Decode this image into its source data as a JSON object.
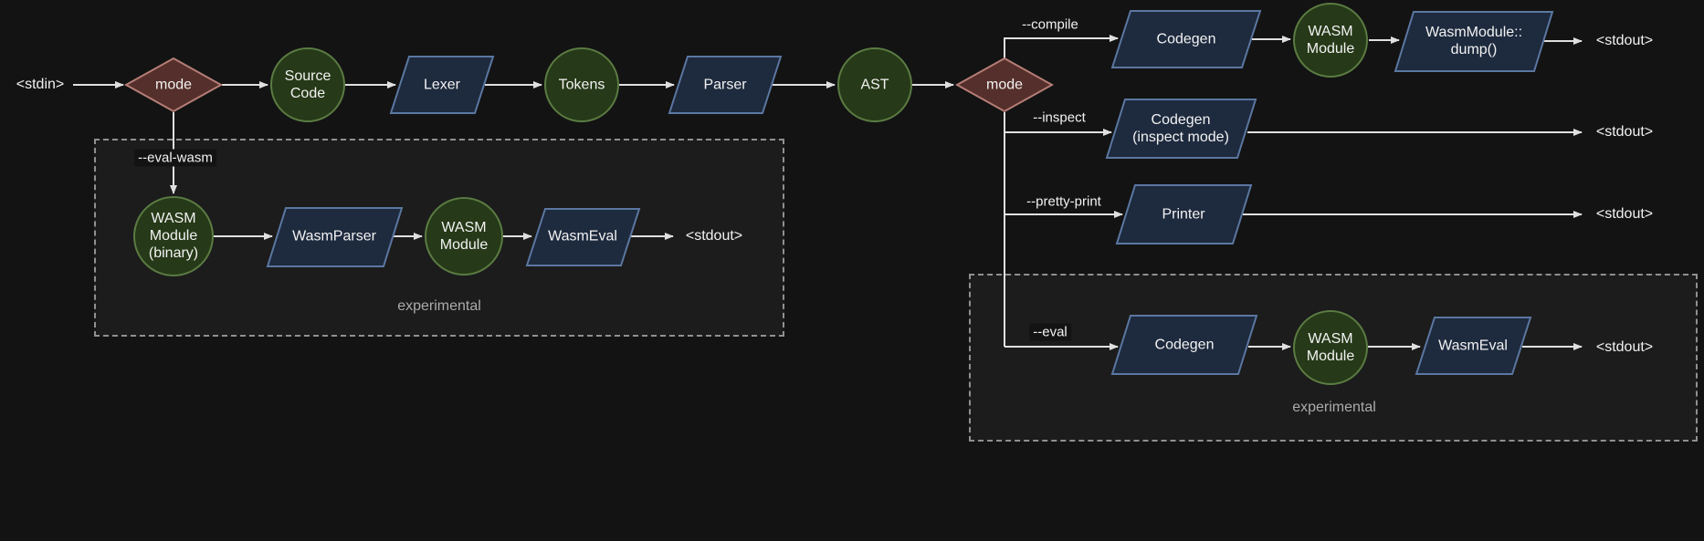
{
  "nodes": {
    "mode1": "mode",
    "source_code": "Source\nCode",
    "lexer": "Lexer",
    "tokens": "Tokens",
    "parser": "Parser",
    "ast": "AST",
    "mode2": "mode",
    "codegen_compile": "Codegen",
    "wasm_module_compile": "WASM\nModule",
    "wasm_module_dump": "WasmModule::\ndump()",
    "codegen_inspect": "Codegen\n(inspect mode)",
    "printer": "Printer",
    "codegen_eval": "Codegen",
    "wasm_module_eval": "WASM\nModule",
    "wasmeval_eval": "WasmEval",
    "wasm_module_binary": "WASM\nModule\n(binary)",
    "wasm_parser": "WasmParser",
    "wasm_module_left": "WASM\nModule",
    "wasmeval_left": "WasmEval"
  },
  "edge_labels": {
    "compile": "--compile",
    "inspect": "--inspect",
    "pretty_print": "--pretty-print",
    "eval": "--eval",
    "eval_wasm": "--eval-wasm"
  },
  "terminals": {
    "stdin": "<stdin>",
    "stdout": "<stdout>"
  },
  "clusters": {
    "experimental_left": "experimental",
    "experimental_right": "experimental"
  },
  "colors": {
    "background": "#131313",
    "cluster_fill": "#1c1c1c",
    "cluster_border": "#909090",
    "parallelogram_fill": "#1e2a3e",
    "parallelogram_border": "#5b77a1",
    "circle_fill": "#263918",
    "circle_border": "#5a7b42",
    "diamond_fill": "#552f2b",
    "diamond_border": "#b57e76",
    "edge": "#e0e0e0",
    "node_text": "#f2f2f2",
    "cluster_label_text": "#ababab"
  }
}
